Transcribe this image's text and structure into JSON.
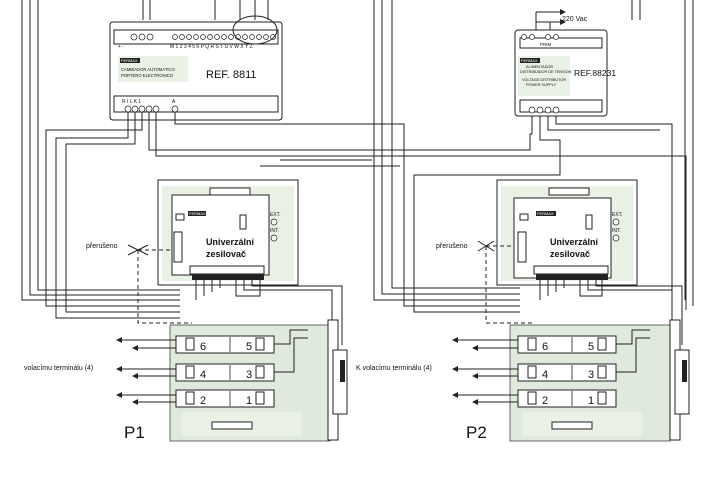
{
  "power_label": "220 Vac",
  "changer": {
    "brand": "FERMAX",
    "line1": "CAMBIADOR AUTOMATICO",
    "line2": "PORTERO ELECTRONICO",
    "ref": "REF. 8811",
    "top_terminals": "+  -",
    "bus_terminals": "M 1 2 3 4 5 6 P Q R S T U V W X Y Z",
    "bottom_terminals_left": "R I L K L",
    "bottom_terminals_right": "A"
  },
  "supply": {
    "brand": "FERMAX",
    "line1": "ALIMENTADOR",
    "line2": "DISTRIBUIDOR DE TENSION",
    "line3": "VOLTAGE DISTRIBUTOR",
    "line4": "POWER SUPPLY",
    "ref": "REF.88231",
    "top_label": "PRIM"
  },
  "amplifier": {
    "brand": "FERMAX",
    "title1": "Univerzální",
    "title2": "zesilovač",
    "ext": "EXT.",
    "int": "INT."
  },
  "panels": [
    {
      "id": "P1",
      "interrupted_label": "přerušeno",
      "terminal_label": "volacímu terminálu (4)",
      "buttons": [
        "6",
        "5",
        "4",
        "3",
        "2",
        "1"
      ]
    },
    {
      "id": "P2",
      "interrupted_label": "přerušeno",
      "terminal_label": "K volacímu terminálu (4)",
      "buttons": [
        "6",
        "5",
        "4",
        "3",
        "2",
        "1"
      ]
    }
  ]
}
